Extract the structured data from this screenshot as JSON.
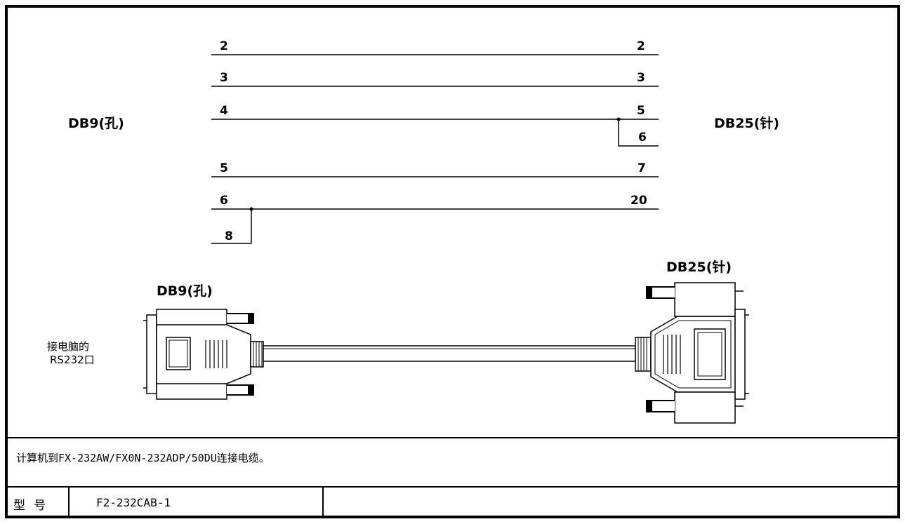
{
  "wiring": {
    "left_connector_label": "DB9(孔)",
    "right_connector_label": "DB25(针)",
    "left_pins": [
      "2",
      "3",
      "4",
      "5",
      "6",
      "8"
    ],
    "right_pins": [
      "2",
      "3",
      "5",
      "6",
      "7",
      "20"
    ]
  },
  "cable_drawing": {
    "left_connector_label": "DB9(孔)",
    "right_connector_label": "DB25(针)",
    "pc_port_line1": "接电脑的",
    "pc_port_line2": "RS232口"
  },
  "description": "计算机到FX-232AW/FX0N-232ADP/50DU连接电缆。",
  "model": {
    "label": "型号",
    "value": "F2-232CAB-1"
  }
}
